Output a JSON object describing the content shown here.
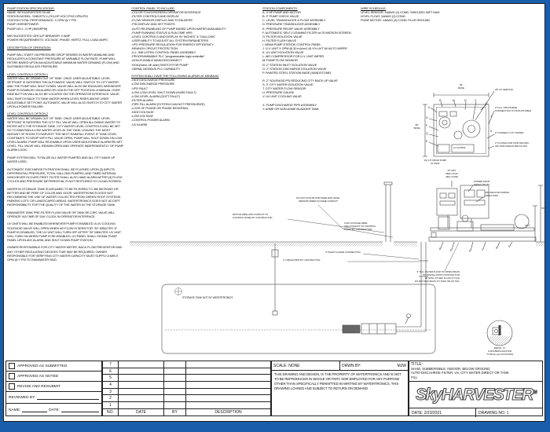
{
  "colors": {
    "frame_blue": "#1a5dab",
    "line": "#333333",
    "sheet": "#ffffff"
  },
  "specs": {
    "heading": "PUMP STATION SPECIFICATIONS:",
    "lines": [
      "NAME: SKYHARVESTER SH-80",
      "STATION MODEL: SH80STV-1-(?K)-HP-VOLT-PHZ-GPM-PSI",
      "STATION TOTAL PERFORMANCE: X GPM @ Y PSI",
      "PUMP HORSEPOWER:",
      "PUMP NO.1: X HP (3600RPM)"
    ],
    "power": [
      "MIN SUGGESTED CIRCUIT BREAKER: X AMP",
      "POWER REQUIREMENTS: VOLTAGE, PHASE, HERTZ, FULL LOAD AMPS"
    ],
    "op_heading": "DESCRIPTION OF OPERATION:",
    "p_start": "PUMP WILL START VIA PRESSURE DROP SENSED IN WATER MAINLINE AND REGULATES A CONSTANT PRESSURE AT VARIABLE FLOW RATE. PUMP WILL RETIRE BASED UPON AN ADJUSTABLE MINIMUM WATER DEMAND (FLOW) AND SUSTAINED REGULATE PRESSURE.",
    "opt1_heading": "LEVEL CONTROLS OPTION 1",
    "opt1": "WATER WILL BE DRAWN OUT OF TANK. ONCE USER ADJUSTABLE LEVEL SETPOINT IS SATISFIED THE AUTOMATIC VALVE WILL SWITCH TO CITY WATER AND THE PUMP WILL SHUT DOWN. VALVE WILL ALSO BE ENGAGED WHENEVER PUMP IS DISABLED VIA ALARM OR HOA IN THE OFF POSITION. A MANUAL OVER RIDE BUTTON WILL ALSO BE LOCATED ON THE OPERATOR INTERFACE. VALVE WILL SWITCH BACK TO TANK WATER WHEN LEVEL RISES ABOVE USER ADJUSTABLE SET POINT. AUTOMATIC VALVE WILL ALSO SWITCH TO CITY WATER UPON A POWER FAILURE.",
    "opt2_heading": "LEVEL CONTROLS OPTION 2",
    "opt2": "WATER WILL BE DRAWN OUT OF TANK. ONCE USER ADJUSTABLE LEVEL SETPOINT IS SATISFIED THE CITY FILL VALVE WILL OPEN ALLOWING WATER TO ENTER INTO THE STORAGE TANK. CITY WATER LEVEL CONTROLS WILL BE SET SO TO MAINTAIN A LOW WATER LEVEL IN THE TANK, LEAVING THE MOST AMOUNT OF ROOM TO HARVEST THE NEXT RAINFALL EVENT. IF TANK LEVEL CONTINUES TO DROP WITH FILL VALVE OPEN, PUMP WILL SHUT DOWN ON LOW LEVEL ALARM. PUMP WILL RE-ENABLE UPON USER ADJUSTABLE ALARM RE-SET LEVEL. FILL VALVE WILL REMAIN OPEN AND OPERATE INDEPENDENTLY OF PUMP ALARM LOGIC.",
    "p_totalize": "PUMP SYSTEM WILL TOTALIZE ALL WATER PUMPED AND ALL CITY MAKE UP WATER USED.",
    "p_filter": "AUTOMATIC DISCHARGE FILTRATION SHALL BE FLUSHED UPON (3) INPUTS. DIFFERENTIAL PRESSURE, TOTAL GALLONS PUMPED, AND TIMED INTERVAL WHICHEVER OCCURS FIRST. FILTER SHALL ALSO HAVE ALARM AFTER (3) FLUSH CYCLES AND PRESSURE DIFFERENTIAL IS NOT RESTORED TO CLEAN SCREEN.",
    "p_quality": "WATER IN STORAGE TANK IS ASSUMED TO BE FILTERED TO 350 MICRONS OR BETTER AND BE FREE OF COLOR AND ODOR. WATERTRONICS DOES NOT RECOMMEND THE USE OF WATER COLLECTED FROM GREEN ROOF SYSTEMS, PARKING LOTS, OR LANDSCAPED AREAS. WATERTRONICS DOES NOT ACCEPT RESPONSIBILITY FOR THE QUALITY OF THE WATER IN THE STORAGE TANK.",
    "p_recirc": "RAINWATER TANK PRE-FILTER FLUSH VALVE OR TANK RE-CIRC VALVE WILL OPERATE VIA TIME OF DAY CLOCK IN OPERATOR INTERFACE.",
    "p_uv": "UV UNITS WILL BE ENABLED WHENEVER PUMP IS ENABLED. A UV COOLING SOLENOID VALVE WILL OPEN WHEN NO FLOW IS SEEN FOR \"30\" MINUTES. IF PUMP IS DISABLED, THE UV UNIT WILL TURN OFF AFTER \"30\" MINUTES. UV UNIT WILL TURN ON WHEN PUMP IS RE-ENABLED. UV PANEL SHALL SIGNAL PUMP PANEL UPON ANY ALARM, AND SHUT DOWN PUMP STATION.",
    "p_owner": "OWNER RESPONSIBLE FOR CITY WATER METER, BACK FLOW PREVENTOR AND ANY OTHER REGULATING DEVICES THAT MAY BE REQUIRED. OWNER RESPONSIBLE FOR VERIFYING CITY WATER CAPACITY MUST SUPPLY A MIN X GPM @ Y PSI TO RAINWATER SKID."
  },
  "control_panel": {
    "heading": "CONTROL PANEL TO INCLUDE:",
    "items": [
      "-COLOR TOUCHSCREEN OPERATOR INTERFACE",
      "-FILTER CONTROLS AND DISPLAY",
      "-FLOW SENSOR DISPLAY AND TOTALIZERS",
      "-PSI DISPLAY AND SET POINTS",
      "-AUTO RE-ENABLING OF PUMP BASED UPON WATER AVAILABILITY",
      "-PUMP RUNNING STATUS & RUN-TIME HRS",
      "-LEVEL CONTROLS AND DISPLAY IN \"INCHES\" & \"GALLONS\"",
      "-USER ABILITY TO ADJUST ALL SYSTEM PARAMETERS",
      "-VFD PRESSURE REGULATION FOR ENERGY EFFICIENCY",
      "-BRANCH CIRCUIT PROTECTION",
      "-U.L. 508 LISTED CONTROL PANEL ASSEMBLY",
      "-PROGRAMMABLE PLC \"programmable logic controller\"",
      "-NON-FUSABLE MAIN DISCONNECT",
      "-HOA (hand, off, auto) SWITCH FOR PUMP",
      "-SERIAL MODBUS PLC CAPABILITY"
    ]
  },
  "alarms": {
    "heading": "SYSTEM SHALL HAVE THE FOLLOWING ALARMS AT MINIMUM:",
    "items": [
      "-HIGH DISCHARGE PRESSURE",
      "-LOW DISCHARGE PRESSURE",
      "-VFD FAULT",
      "-LOW LOW LEVEL SHUT DOWN (HARD FAULT)",
      "-LOW LEVEL ALARM (SOFT FAULT)",
      "-FILTER ALARM",
      "-PIPE FILL ALARM (SYSTEM CAN NOT PRESSURIZE)",
      "-LOSS OF PHASE OR PHASE REVERSAL",
      "-HIGH VOLTAGE",
      "-LOW VOLTAGE",
      "-CONTROL POWER ALARM",
      "-UV ALARM"
    ]
  },
  "components": {
    "heading": "STATION COMPONENTS:",
    "items": [
      "A. X HP PUMP AND MOTOR",
      "B. 2\" PUMP CHECK VALVE",
      "C. LEVEL TRANSDUCER & FLOAT ASSEMBLY",
      "D. PRESSURE TRANSDUCER ASSEMBLY",
      "E. PRESSURE RELIEF VALVE ASSEMBLY",
      "F. AUTOMATIC SELF-CLEANING FILTER w/ 20 MICRON SCREEN",
      "G. FILTER ISOLATION VALVE",
      "H. FILTER FLUSH VALVE",
      "I. NEMA PUMP STATION CONTROL PANEL",
      "J. U.V. UNIT X GPM @ 30 mJ/cm2 @ X% UVT W/ AUTO WIPER",
      "K. UV UNIT ISOLATION VALVE",
      "L. AIR COMPRESSOR FOR U.V. UNIT WIPER",
      "M. PUMP FLOW SENSOR",
      "N. 2\" STATION INLET ISOLATION VALVE",
      "O. 2\" STATION DISCHARGE ISOLATION VALVE",
      "P. PAINTED STEEL STATION BASE (SANDSTONE)",
      "",
      "R. 2\" SOLENOID PSI REDUCING CITY BACK UP VALVE",
      "S. 2\" CITY WATER ISOLATION VALVE",
      "T. CITY WATER FLOW SENSOR",
      "U. PRESSURE GAUGE",
      "V. UV UNIT COOLING VALVE",
      "",
      "X. PUMP DISCHARGE PIPE ASSEMBLY",
      "Y. ASME OR NON-ASME BLADDER TANK"
    ]
  },
  "wire_schedule": {
    "heading": "WIRE SCHEDULE:",
    "lines": [
      "LEVEL SENSOR: 18AWG (2) COND. SHIELDED 50FT MAX",
      "LEVEL FLOAT: 14AWG (2) COND.",
      "PUMP MOTOR: 14AWG (3) COND. PLUS GROUND"
    ]
  },
  "diagram": {
    "plan_dim_width": "90\"\nBASE",
    "plan_dim_depth": "48\"\nBASE",
    "uv_control": "UV CONTROL",
    "pump_note": "(N) 1.5\" FROM PUMP\nIN TANK",
    "uv_service": "28\" UV SERVICE",
    "discharge": "2\" FLG. DISCHARGE\nCONNECTION TO NON-POTABLE",
    "city_water": "2\" CONNECT CITY WATER",
    "tank_recirc": "2\" FLANGE FOR TANK RE-CIRC\nOR TANK PRE-FILTER FLUSH",
    "nec": "42\" MIN.\nSEE LOCAL\nNEC CODE",
    "power_drop": "POWER DROP\nFROM UTILITY",
    "jboxes": "J-BOXES FOR WIRING\nFROM TANK",
    "dim_height1": "63¾\"",
    "dim_height2": "42½\"",
    "no_same_conduit": "DO NOT RUN MOTOR WIRE AND LEVEL\nSENSOR WIRES IN SAME CONDUIT",
    "motor_wire": "MOTOR WIRE AND CONDUIT TO\nCONTROL PANEL BY CONTRACTOR",
    "low_voltage": "LOW VOLTAGE WIRE\nAND CONDUIT TO CONTROL\nPANEL BY CONTRACTOR",
    "inlet_flange": "2\" INLET FLANGE CONNECTION",
    "pipe_by_contractor": "2\" (150psi) PIPE BY CONTRACTOR",
    "filter_flush": "3\" FLG. FILTER FLUSH TO OPEN DRAIN\nBY INSTALLATION CONTRACTOR\n20 GPM / 15 SEC FLUSH CYCLE\nDO NOT RUN BACK TO TANK OR UP HILL",
    "storage_tank": "STORAGE TANK NOT BY WATERTRONICS",
    "detail_a": "DETAIL \"A\"\nCONCRETE ANCHOR\nTYPICAL (4) LOCATIONS",
    "plan_letters": [
      "K",
      "R",
      "M",
      "H",
      "Y",
      "D",
      "G",
      "F",
      "Q",
      "E",
      "J",
      "S"
    ],
    "side_letters": [
      "B",
      "E",
      "P",
      "V",
      "R",
      "S"
    ]
  },
  "approval": {
    "options": [
      "APPROVED AS SUBMITTED",
      "APPROVED AS NOTED",
      "REVISE AND RESUBMIT"
    ],
    "reviewed_by": "REVIEWED BY:",
    "name_label": "NAME:",
    "date_label": "DATE:"
  },
  "revision_table": {
    "row_numbers": [
      "7",
      "6",
      "5",
      "4",
      "3",
      "2",
      "1"
    ],
    "headers": [
      "NO.",
      "DATE",
      "BY",
      "DESCRIPTION"
    ]
  },
  "title_block": {
    "scale_label": "SCALE:",
    "scale_value": "NONE",
    "drawn_label": "DRWN BY:",
    "drawn_value": "MJW",
    "copyright": "THIS DRAWING AND DESIGN, IS THE PROPERTY OF WATERTRONICS AND IS NOT TO BE REPRODUCED IN WHOLE OR PART, NOR EMPLOYED FOR ANY PURPOSE OTHER THAN SPECIFICALLY PERMITTED IN WRITING BY WATERTRONICS. THIS DRAWING LOANED AND SUBJECT TO RETURN ON DEMAND",
    "title_label": "TITLE:",
    "title_text": "SH-80, SUBMERSIBLE, INDOOR, BELOW GROUND,\nAUTO-DISCAHRGE FILTER, UV, CITY WATER DIRECT OR TANK\nFILL",
    "logo_text": "SkyHARVESTER",
    "logo_tm": "TM",
    "date_label": "DATE:",
    "date_value": "2/23/2021",
    "drawing_no": "DRAWING NO. 1"
  }
}
